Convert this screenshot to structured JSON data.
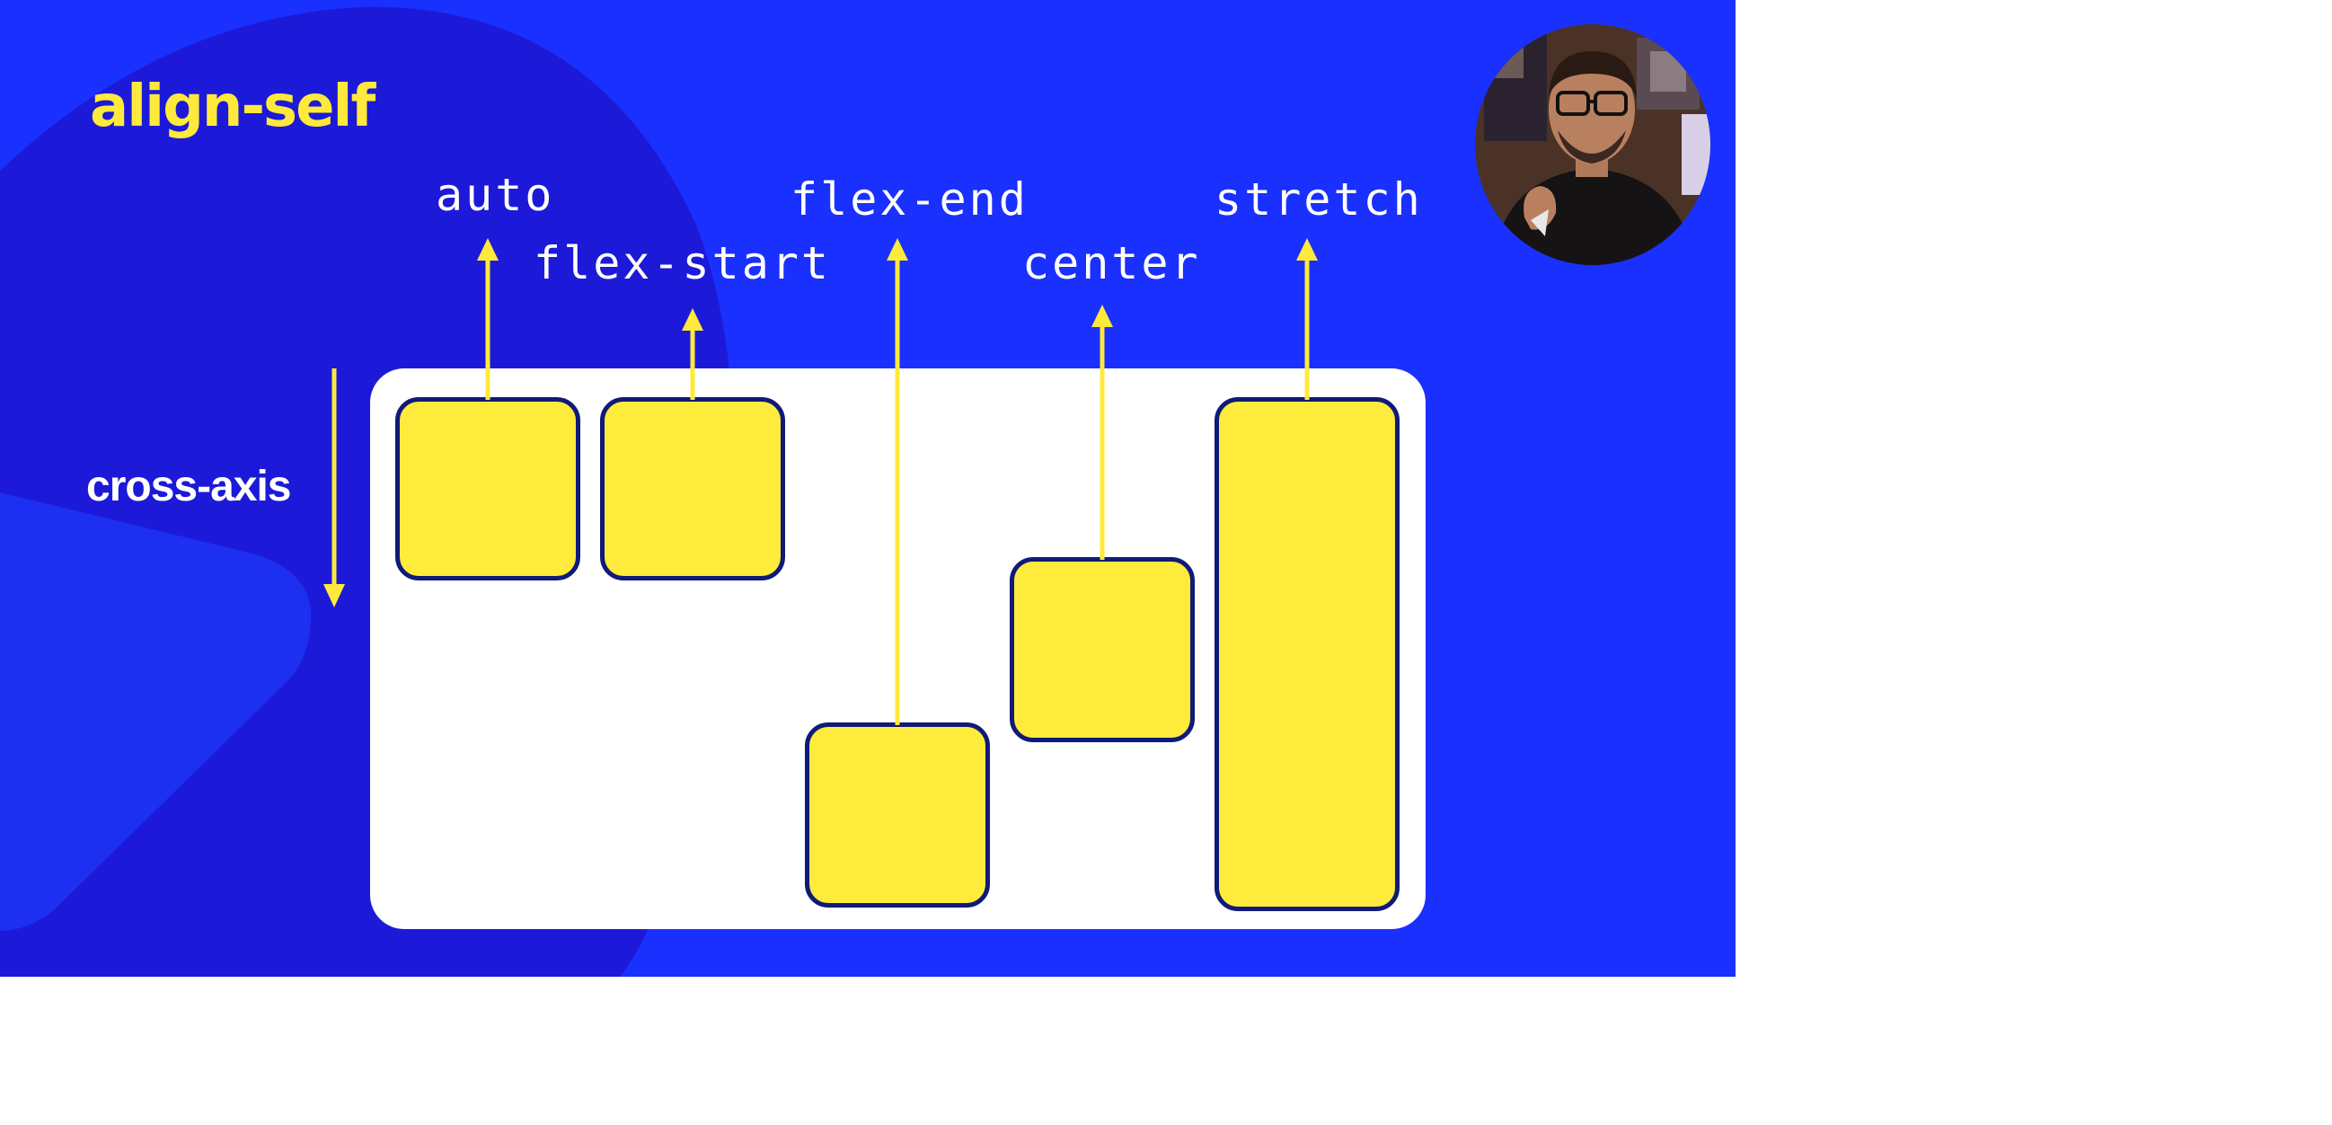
{
  "title": "align-self",
  "axis": {
    "label": "cross-axis"
  },
  "items": [
    {
      "value": "auto"
    },
    {
      "value": "flex-start"
    },
    {
      "value": "flex-end"
    },
    {
      "value": "center"
    },
    {
      "value": "stretch"
    }
  ],
  "colors": {
    "background": "#1a30ff",
    "title": "#ffe93a",
    "box_fill": "#ffeb3b",
    "box_border": "#101a78",
    "container": "#ffffff"
  },
  "presenter": {
    "icon": "presenter-video-avatar"
  }
}
